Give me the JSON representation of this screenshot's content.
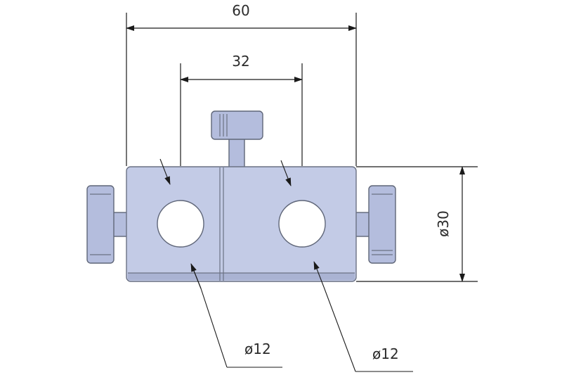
{
  "dimensions": {
    "overall_width": "60",
    "hole_spacing": "32",
    "body_diameter": "ø30",
    "left_hole_diameter": "ø12",
    "right_hole_diameter": "ø12"
  },
  "colors": {
    "part": "#c3cbe6",
    "part_shade": "#aab3d3",
    "outline": "#6b7284",
    "dimension_line": "#1a1a1a"
  }
}
